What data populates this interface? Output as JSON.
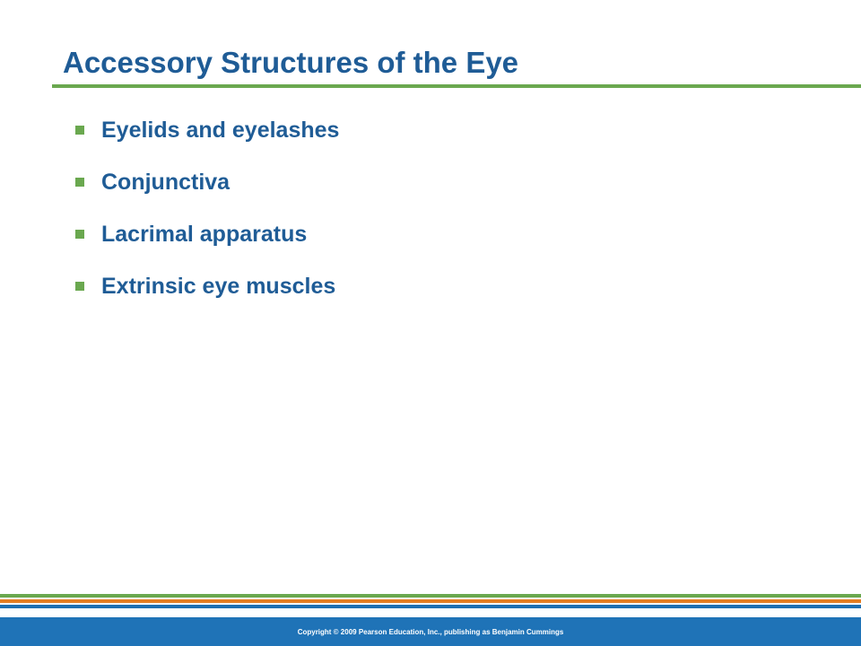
{
  "slide": {
    "title": "Accessory Structures of the Eye",
    "bullets": [
      "Eyelids and eyelashes",
      "Conjunctiva",
      "Lacrimal apparatus",
      "Extrinsic eye muscles"
    ],
    "footer": {
      "copyright": "Copyright © 2009 Pearson Education, Inc., publishing as Benjamin Cummings"
    }
  },
  "colors": {
    "title_text": "#1f5c96",
    "accent_green": "#6aa84f",
    "accent_orange": "#e67e22",
    "accent_blue": "#1f73b7"
  },
  "icons": {
    "bullet_marker": "square-bullet-icon"
  }
}
